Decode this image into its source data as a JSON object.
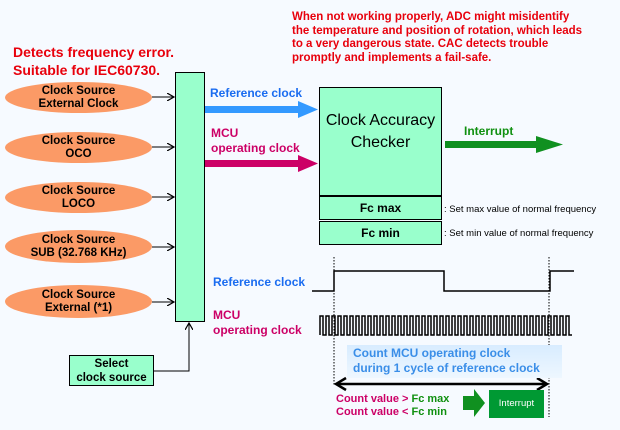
{
  "top_note": {
    "lines": [
      "When not working properly, ADC might misidentify",
      "the temperature and position of rotation, which leads",
      "to a very dangerous state. CAC detects trouble",
      "promptly and implements a fail-safe."
    ]
  },
  "headline": {
    "lines": [
      "Detects frequency error.",
      "Suitable for IEC60730."
    ]
  },
  "clock_sources": [
    {
      "line1": "Clock Source",
      "line2": "External Clock"
    },
    {
      "line1": "Clock Source",
      "line2": "OCO"
    },
    {
      "line1": "Clock Source",
      "line2": "LOCO"
    },
    {
      "line1": "Clock Source",
      "line2": "SUB (32.768 KHz)"
    },
    {
      "line1": "Clock Source",
      "line2": "External (*1)"
    }
  ],
  "select_box": {
    "line1": "Select",
    "line2": "clock source"
  },
  "signals": {
    "reference_clock": "Reference clock",
    "mcu_clock_line1": "MCU",
    "mcu_clock_line2": "operating clock",
    "interrupt": "Interrupt"
  },
  "cac": {
    "title_line1": "Clock Accuracy",
    "title_line2": "Checker",
    "fc_max": "Fc max",
    "fc_min": "Fc min",
    "fc_max_note": ": Set max value of normal frequency",
    "fc_min_note": ": Set min value of normal frequency"
  },
  "timing": {
    "reference_clock_label": "Reference clock",
    "mcu_label_line1": "MCU",
    "mcu_label_line2": "operating clock",
    "count_line1": "Count MCU operating clock",
    "count_line2": "during 1 cycle of reference clock",
    "cond1_prefix": "Count value > ",
    "cond1_value": "Fc max",
    "cond2_prefix": "Count value < ",
    "cond2_value": "Fc min",
    "interrupt_box": "Interrupt"
  },
  "colors": {
    "alert_red": "#e8000c",
    "reference_blue": "#3399ff",
    "mcu_magenta": "#cc0066",
    "interrupt_green": "#009933",
    "block_fill": "#99ffcc",
    "source_orange": "#fb9a66"
  }
}
